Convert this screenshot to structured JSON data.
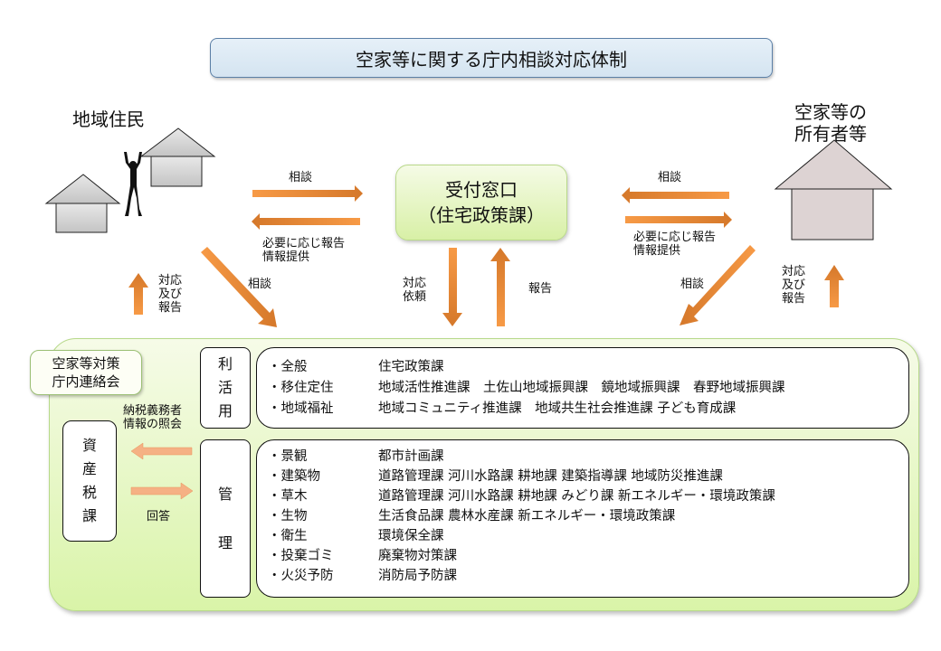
{
  "title": "空家等に関する庁内相談対応体制",
  "residents": {
    "label": "地域住民"
  },
  "owners": {
    "label_line1": "空家等の",
    "label_line2": "所有者等"
  },
  "reception": {
    "line1": "受付窓口",
    "line2": "（住宅政策課）"
  },
  "arrows": {
    "left_consult": "相談",
    "left_report_line1": "必要に応じ報告",
    "left_report_line2": "情報提供",
    "right_consult": "相談",
    "right_report_line1": "必要に応じ報告",
    "right_report_line2": "情報提供",
    "left_diag_consult": "相談",
    "left_response": [
      "対応",
      "及び",
      "報告"
    ],
    "request_line1": "対応",
    "request_line2": "依頼",
    "report": "報告",
    "right_diag_consult": "相談",
    "right_response": [
      "対応",
      "及び",
      "報告"
    ]
  },
  "council": {
    "label_line1": "空家等対策",
    "label_line2": "庁内連絡会",
    "tax_query_line1": "納税義務者",
    "tax_query_line2": "情報の照会",
    "tax_answer": "回答",
    "tax_dept": [
      "資",
      "産",
      "税",
      "課"
    ],
    "utilize": {
      "label": [
        "利",
        "活",
        "用"
      ],
      "rows": [
        {
          "category": "・全般",
          "depts": "住宅政策課"
        },
        {
          "category": "・移住定住",
          "depts": "地域活性推進課　土佐山地域振興課　鏡地域振興課　春野地域振興課"
        },
        {
          "category": "・地域福祉",
          "depts": "地域コミュニティ推進課　地域共生社会推進課 子ども育成課"
        }
      ]
    },
    "manage": {
      "label": [
        "管",
        "理"
      ],
      "rows": [
        {
          "category": "・景観",
          "depts": "都市計画課"
        },
        {
          "category": "・建築物",
          "depts": "道路管理課 河川水路課 耕地課 建築指導課 地域防災推進課"
        },
        {
          "category": "・草木",
          "depts": "道路管理課 河川水路課 耕地課 みどり課 新エネルギー・環境政策課"
        },
        {
          "category": "・生物",
          "depts": "生活食品課 農林水産課 新エネルギー・環境政策課"
        },
        {
          "category": "・衛生",
          "depts": "環境保全課"
        },
        {
          "category": "・投棄ゴミ",
          "depts": "廃棄物対策課"
        },
        {
          "category": "・火災予防",
          "depts": "消防局予防課"
        }
      ]
    }
  },
  "colors": {
    "arrow": "#f0923a",
    "arrow_dark": "#d97a22",
    "tax_arrow": "#f5b184",
    "house_resident": "#c8c8c8",
    "house_owner": "#dcd2d2",
    "council_bg": "#dcf4ae"
  }
}
